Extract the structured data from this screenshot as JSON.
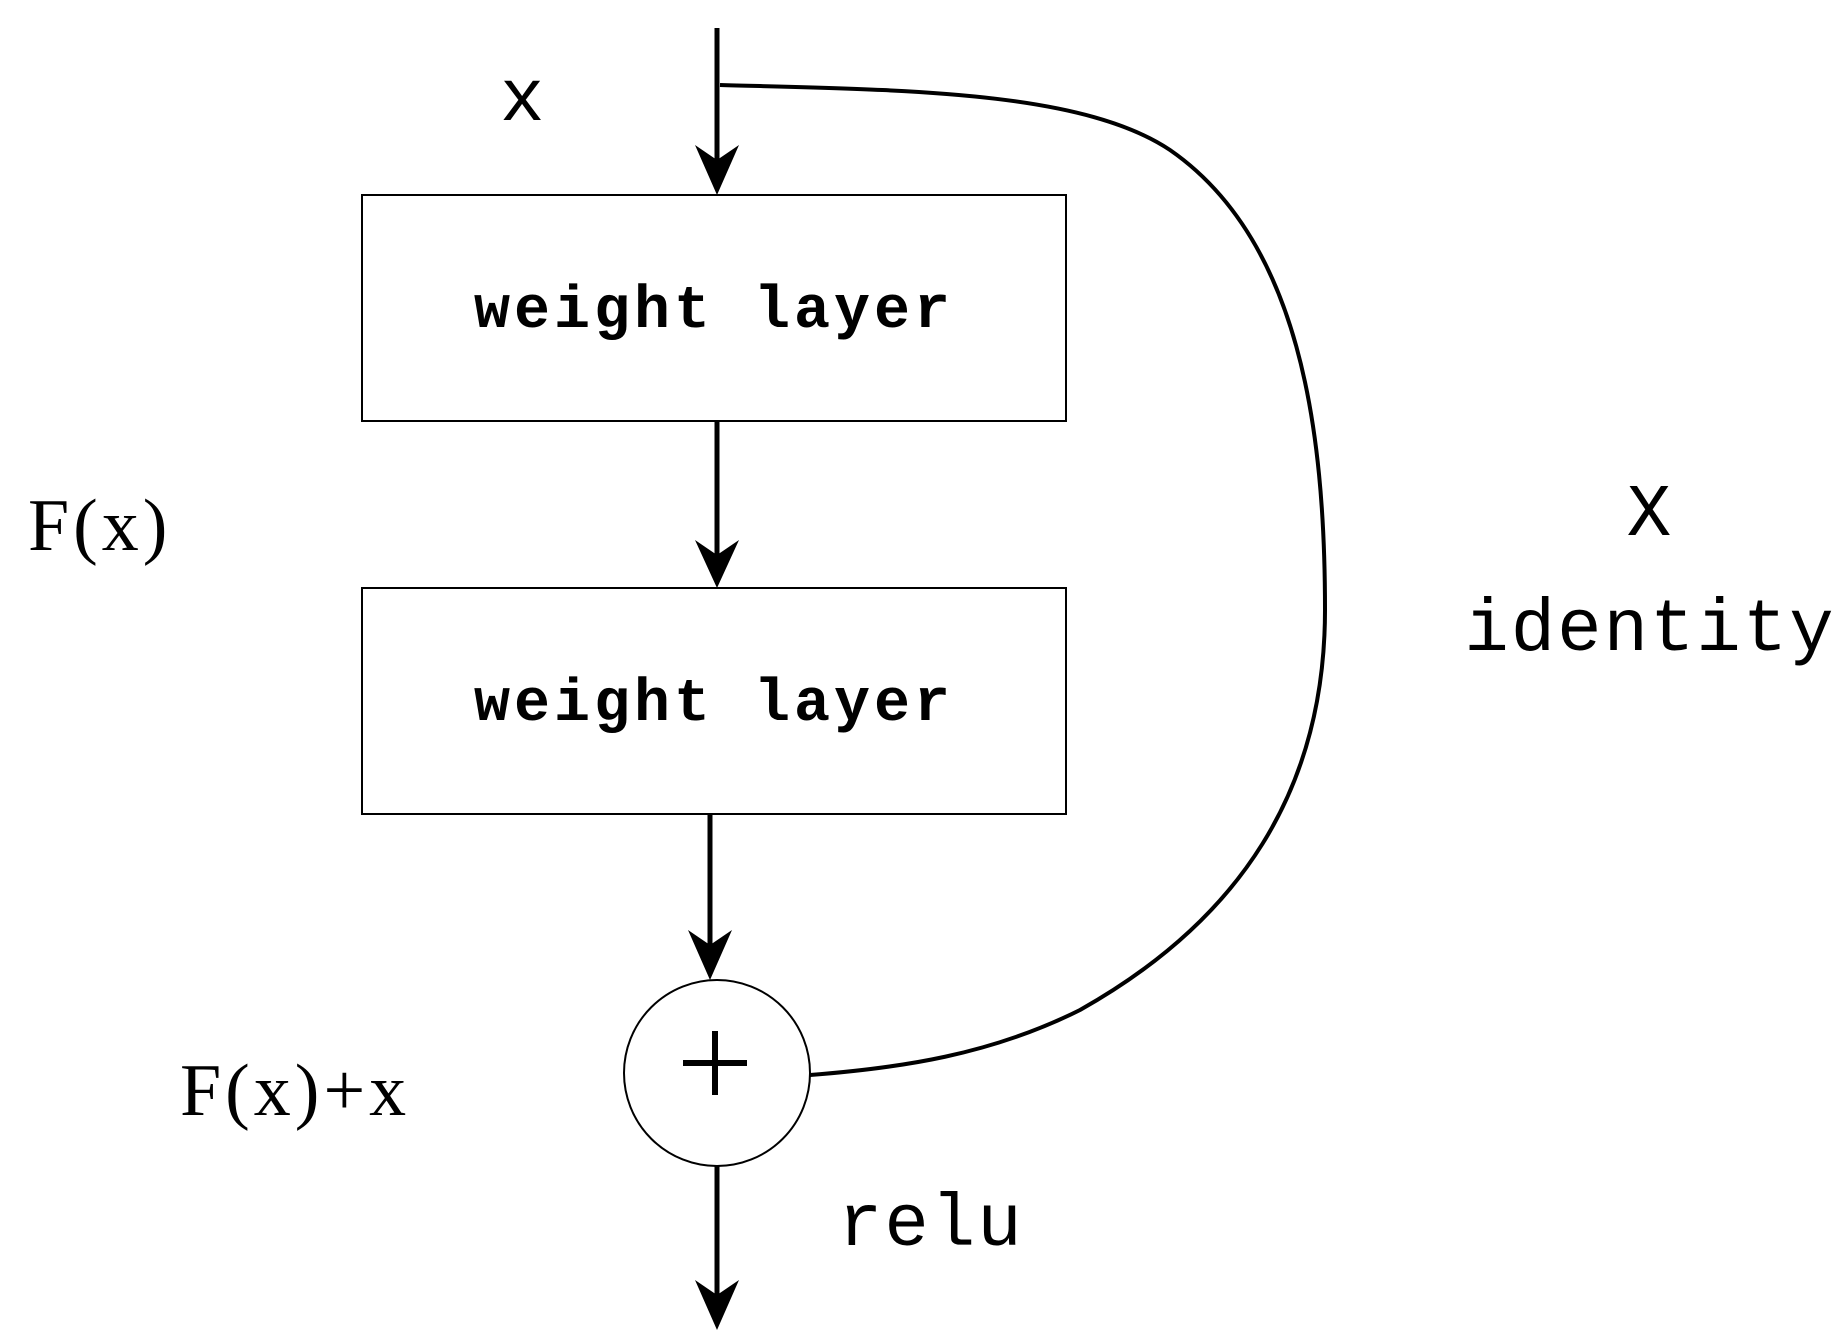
{
  "labels": {
    "input": "x",
    "residual_function": "F(x)",
    "output_sum": "F(x)+x",
    "skip_symbol": "X",
    "skip_name": "identity",
    "activation": "relu",
    "operator": "+"
  },
  "blocks": [
    {
      "label": "weight layer"
    },
    {
      "label": "weight layer"
    }
  ],
  "colors": {
    "stroke": "#000000",
    "background": "#ffffff"
  }
}
